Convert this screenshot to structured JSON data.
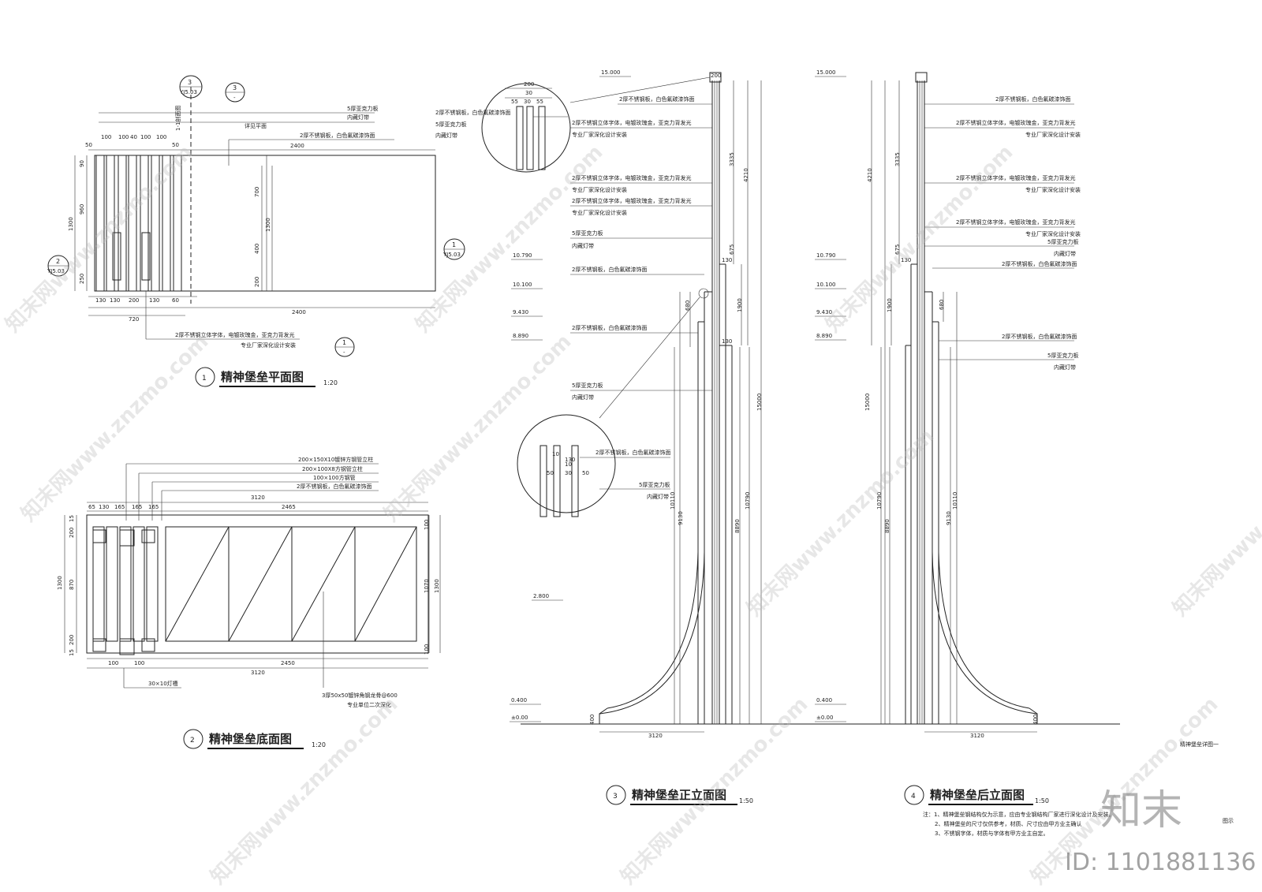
{
  "watermark": {
    "text": "知末网www.znzmo.com",
    "brand": "知末",
    "id_text": "ID: 1101881136"
  },
  "views": [
    {
      "number": "1",
      "title": "精神堡垒平面图",
      "scale": "1:20"
    },
    {
      "number": "2",
      "title": "精神堡垒底面图",
      "scale": "1:20"
    },
    {
      "number": "3",
      "title": "精神堡垒正立面图",
      "scale": "1:50"
    },
    {
      "number": "4",
      "title": "精神堡垒后立面图",
      "scale": "1:50"
    }
  ],
  "plan": {
    "dims_top": [
      "50",
      "100",
      "100",
      "40",
      "100",
      "100",
      "50"
    ],
    "dim_top_total": "2400",
    "dims_bottom": [
      "130",
      "130",
      "200",
      "130",
      "60"
    ],
    "dim_bottom_720": "720",
    "dim_bottom_total": "2400",
    "dims_left": [
      "90",
      "960",
      "250"
    ],
    "dim_left_total": "1300",
    "dims_right": [
      "700",
      "1300",
      "400",
      "200"
    ],
    "notes": [
      "5厚亚克力板",
      "内藏灯带",
      "详见平面",
      "2厚不锈钢板，白色氟碳漆饰面"
    ],
    "note_bottom": [
      "2厚不锈钢立体字体，电镀玫瑰金，亚克力背发光",
      "专业厂家深化设计安装"
    ],
    "section_marks": [
      {
        "top": "3",
        "bottom": "YJ5.03"
      },
      {
        "top": "3",
        "bottom": "-"
      },
      {
        "top": "1",
        "bottom": "YJ5.03"
      },
      {
        "top": "2",
        "bottom": "YJ5.03"
      },
      {
        "top": "1",
        "bottom": "-"
      }
    ],
    "axis_label": "1-1剖面图"
  },
  "bottom_view": {
    "notes": [
      "200×150X10镀锌方钢管立柱",
      "200×100X8方钢管立柱",
      "100×100方钢管",
      "2厚不锈钢板，白色氟碳漆饰面"
    ],
    "dims_top": [
      "65",
      "130",
      "165",
      "165",
      "165"
    ],
    "dim_3120": "3120",
    "dim_2465": "2465",
    "dim_2450": "2450",
    "dims_left": [
      "15",
      "200",
      "870",
      "200",
      "15"
    ],
    "dim_left_total": "1300",
    "dims_right": [
      "100",
      "1070",
      "100"
    ],
    "dims_bottom": [
      "100",
      "100"
    ],
    "note_groove": "30×10灯槽",
    "note_steel": [
      "3厚50x50镀锌角钢龙骨@600",
      "专业单位二次深化"
    ]
  },
  "front_elev": {
    "levels": [
      "15.000",
      "10.790",
      "10.100",
      "9.430",
      "8.890",
      "2.800",
      "0.400",
      "±0.00"
    ],
    "notes": [
      "2厚不锈钢板，白色氟碳漆饰面",
      "2厚不锈钢立体字体，电镀玫瑰金，亚克力背发光",
      "专业厂家深化设计安装",
      "2厚不锈钢立体字体，电镀玫瑰金，亚克力背发光",
      "专业厂家深化设计安装",
      "2厚不锈钢立体字体，电镀玫瑰金，亚克力背发光",
      "专业厂家深化设计安装",
      "5厚亚克力板",
      "内藏灯带",
      "2厚不锈钢板，白色氟碳漆饰面",
      "2厚不锈钢板，白色氟碳漆饰面",
      "5厚亚克力板",
      "内藏灯带"
    ],
    "detail_top": {
      "dims": [
        "200",
        "30",
        "55",
        "30",
        "55"
      ],
      "notes": [
        "2厚不锈钢板，白色氟碳漆饰面",
        "5厚亚克力板",
        "内藏灯带"
      ]
    },
    "detail_mid": {
      "dims": [
        "10",
        "130",
        "10",
        "50",
        "30",
        "50"
      ],
      "notes": [
        "2厚不锈钢板，白色氟碳漆饰面",
        "5厚亚克力板",
        "内藏灯带"
      ]
    },
    "vert_dims": [
      "3335",
      "4210",
      "675",
      "680",
      "1900",
      "15000",
      "10790",
      "10110",
      "9130",
      "8890",
      "130",
      "130",
      "400",
      "200"
    ],
    "dim_base": "3120"
  },
  "rear_elev": {
    "levels": [
      "15.000",
      "10.790",
      "10.100",
      "9.430",
      "8.890",
      "0.400",
      "±0.00"
    ],
    "notes": [
      "2厚不锈钢板，白色氟碳漆饰面",
      "2厚不锈钢立体字体，电镀玫瑰金，亚克力背发光",
      "专业厂家深化设计安装",
      "2厚不锈钢立体字体，电镀玫瑰金，亚克力背发光",
      "专业厂家深化设计安装",
      "2厚不锈钢立体字体，电镀玫瑰金，亚克力背发光",
      "专业厂家深化设计安装",
      "5厚亚克力板",
      "内藏灯带",
      "2厚不锈钢板，白色氟碳漆饰面",
      "2厚不锈钢板，白色氟碳漆饰面",
      "5厚亚克力板",
      "内藏灯带"
    ],
    "vert_dims": [
      "4210",
      "3335",
      "675",
      "1900",
      "680",
      "15000",
      "10790",
      "8890",
      "9130",
      "10110",
      "130",
      "400"
    ],
    "dim_base": "3120",
    "sheet_label": "精神堡垒详图一"
  },
  "footnotes": {
    "lines": [
      "注：1、精神堡垒钢结构仅为示意，应由专业钢结构厂家进行深化设计及安装。",
      "2、精神堡垒的尺寸仅供参考，材质、尺寸应由甲方业主确认",
      "3、不锈钢字体，材质与字体有甲方业主自定。"
    ],
    "corner": "图示"
  }
}
